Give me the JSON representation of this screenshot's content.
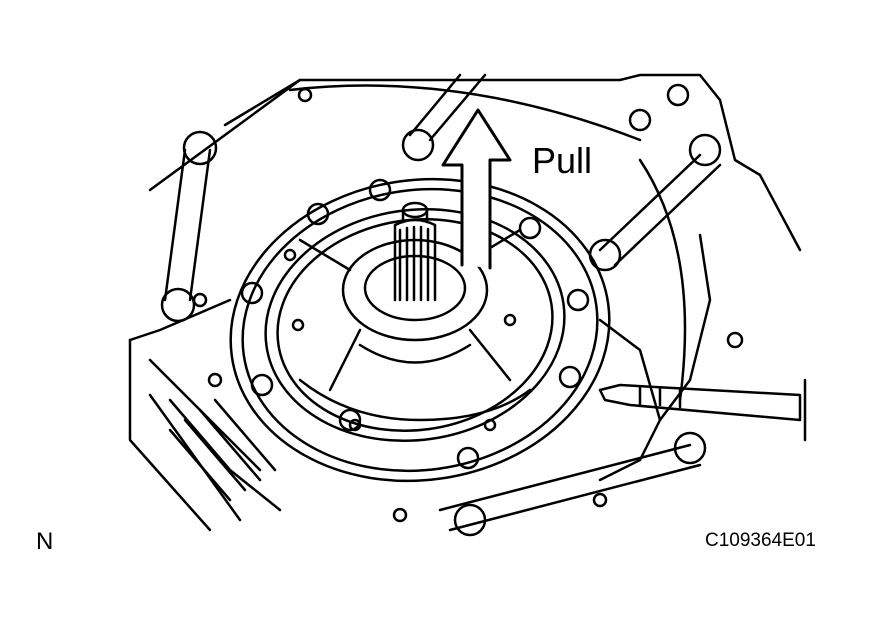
{
  "labels": {
    "pull": "Pull",
    "view": "N",
    "figure_code": "C109364E01"
  },
  "colors": {
    "ink": "#000000",
    "paper": "#ffffff"
  },
  "icons": {
    "direction": "up-arrow-icon"
  }
}
